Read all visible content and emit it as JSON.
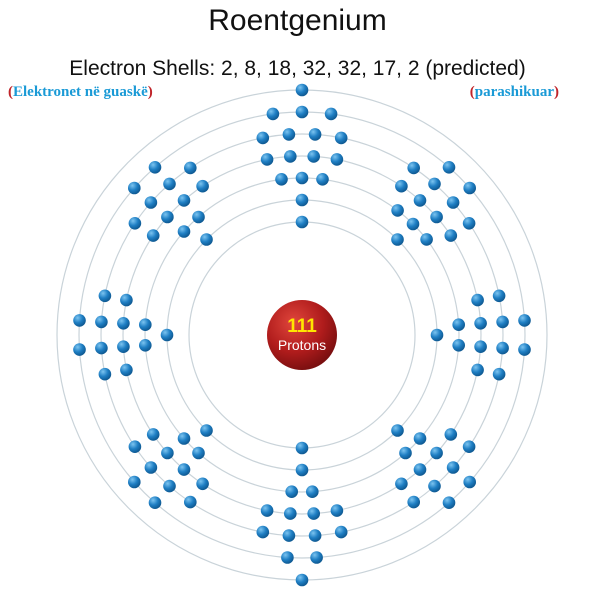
{
  "header": {
    "title": "Roentgenium",
    "subtitle": "Electron Shells: 2, 8, 18, 32, 32, 17, 2 (predicted)"
  },
  "annotations": {
    "left": {
      "open": "(",
      "text": "Elektronet në guaskë",
      "close": ")"
    },
    "right": {
      "open": "(",
      "text": "parashikuar",
      "close": ")"
    }
  },
  "nucleus": {
    "count": "111",
    "label": "Protons",
    "color": "#b01c1c"
  },
  "shells": [
    2,
    8,
    18,
    32,
    32,
    17,
    2
  ],
  "colors": {
    "electron": "#1f7fc4",
    "orbit": "#c9d3d9"
  }
}
